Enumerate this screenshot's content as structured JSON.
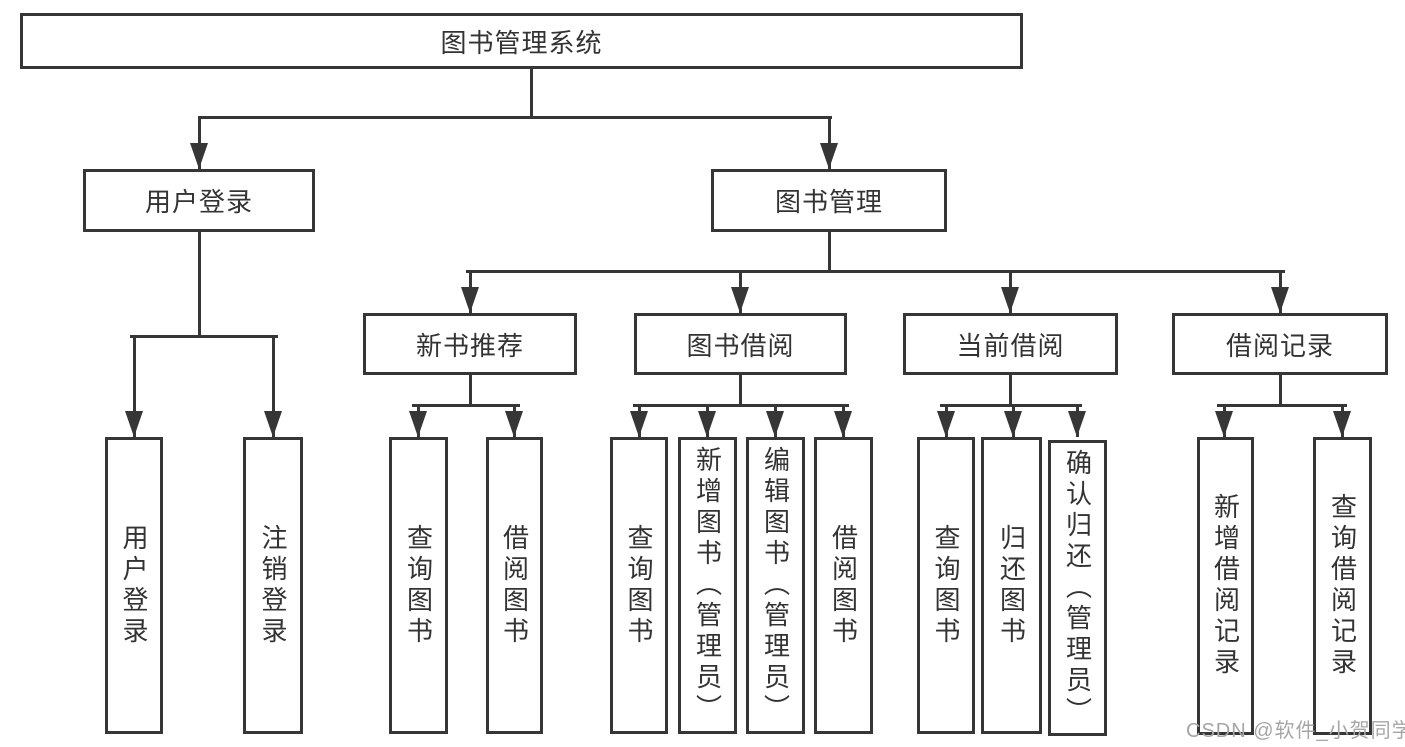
{
  "diagram": {
    "root": {
      "label": "图书管理系统"
    },
    "branches": [
      {
        "label": "用户登录",
        "children": [
          {
            "label": "用户登录"
          },
          {
            "label": "注销登录"
          }
        ]
      },
      {
        "label": "图书管理",
        "children": [
          {
            "label": "新书推荐",
            "children": [
              {
                "label": "查询图书"
              },
              {
                "label": "借阅图书"
              }
            ]
          },
          {
            "label": "图书借阅",
            "children": [
              {
                "label": "查询图书"
              },
              {
                "label": "新增图书（管理员）"
              },
              {
                "label": "编辑图书（管理员）"
              },
              {
                "label": "借阅图书"
              }
            ]
          },
          {
            "label": "当前借阅",
            "children": [
              {
                "label": "查询图书"
              },
              {
                "label": "归还图书"
              },
              {
                "label": "确认归还（管理员）"
              }
            ]
          },
          {
            "label": "借阅记录",
            "children": [
              {
                "label": "新增借阅记录"
              },
              {
                "label": "查询借阅记录"
              }
            ]
          }
        ]
      }
    ]
  },
  "watermark": {
    "text": "CSDN @软件_小贺同学"
  },
  "colors": {
    "line": "#363636",
    "text": "#333333",
    "watermark": "#a6a6a6",
    "background": "#ffffff"
  }
}
